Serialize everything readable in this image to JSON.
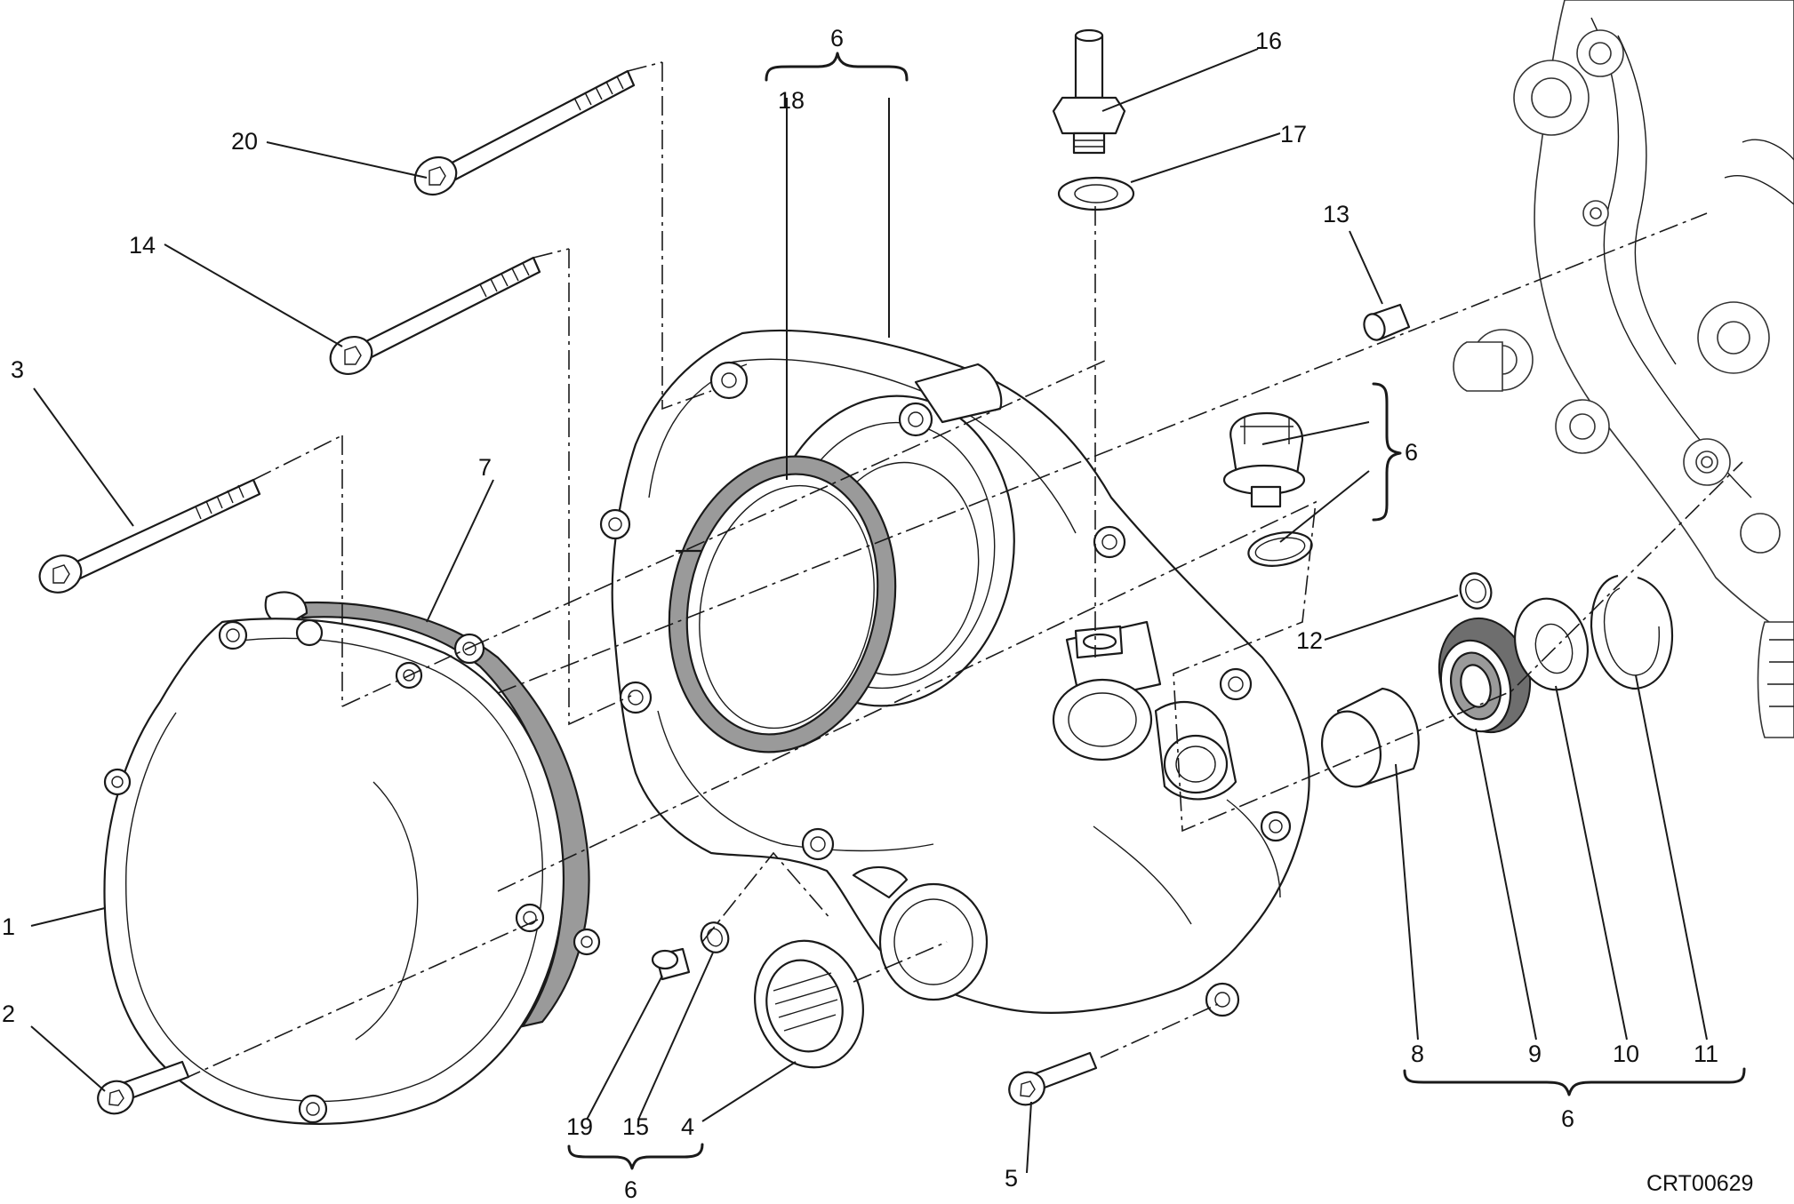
{
  "drawing_code": "CRT00629",
  "callouts": {
    "c1": "1",
    "c2": "2",
    "c3": "3",
    "c4": "4",
    "c5": "5",
    "c6_top": "6",
    "c6_right": "6",
    "c6_bottom_right": "6",
    "c6_bottom_left": "6",
    "c7": "7",
    "c8": "8",
    "c9": "9",
    "c10": "10",
    "c11": "11",
    "c12": "12",
    "c13": "13",
    "c14": "14",
    "c15": "15",
    "c16": "16",
    "c17": "17",
    "c18": "18",
    "c19": "19",
    "c20": "20"
  }
}
